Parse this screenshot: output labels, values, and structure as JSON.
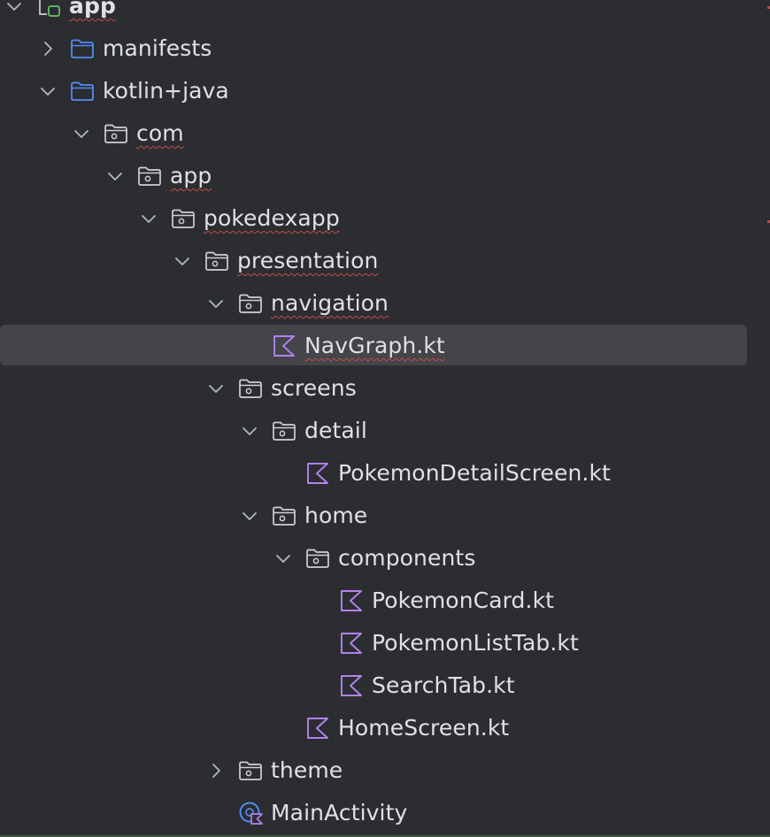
{
  "tree": [
    {
      "label": "app",
      "depth": 0,
      "kind": "module",
      "expanded": true,
      "squiggle": true,
      "bold": true
    },
    {
      "label": "manifests",
      "depth": 1,
      "kind": "folder-blue",
      "expanded": false,
      "squiggle": false
    },
    {
      "label": "kotlin+java",
      "depth": 1,
      "kind": "folder-blue",
      "expanded": true,
      "squiggle": false
    },
    {
      "label": "com",
      "depth": 2,
      "kind": "package",
      "expanded": true,
      "squiggle": true
    },
    {
      "label": "app",
      "depth": 3,
      "kind": "package",
      "expanded": true,
      "squiggle": true
    },
    {
      "label": "pokedexapp",
      "depth": 4,
      "kind": "package",
      "expanded": true,
      "squiggle": true
    },
    {
      "label": "presentation",
      "depth": 5,
      "kind": "package",
      "expanded": true,
      "squiggle": true
    },
    {
      "label": "navigation",
      "depth": 6,
      "kind": "package",
      "expanded": true,
      "squiggle": true
    },
    {
      "label": "NavGraph.kt",
      "depth": 7,
      "kind": "kotlin-file",
      "squiggle": true,
      "selected": true
    },
    {
      "label": "screens",
      "depth": 6,
      "kind": "package",
      "expanded": true,
      "squiggle": false
    },
    {
      "label": "detail",
      "depth": 7,
      "kind": "package",
      "expanded": true,
      "squiggle": false
    },
    {
      "label": "PokemonDetailScreen.kt",
      "depth": 8,
      "kind": "kotlin-file",
      "squiggle": false
    },
    {
      "label": "home",
      "depth": 7,
      "kind": "package",
      "expanded": true,
      "squiggle": false
    },
    {
      "label": "components",
      "depth": 8,
      "kind": "package",
      "expanded": true,
      "squiggle": false
    },
    {
      "label": "PokemonCard.kt",
      "depth": 9,
      "kind": "kotlin-file",
      "squiggle": false
    },
    {
      "label": "PokemonListTab.kt",
      "depth": 9,
      "kind": "kotlin-file",
      "squiggle": false
    },
    {
      "label": "SearchTab.kt",
      "depth": 9,
      "kind": "kotlin-file",
      "squiggle": false
    },
    {
      "label": "HomeScreen.kt",
      "depth": 8,
      "kind": "kotlin-file",
      "squiggle": false
    },
    {
      "label": "theme",
      "depth": 6,
      "kind": "package",
      "expanded": false,
      "squiggle": false
    },
    {
      "label": "MainActivity",
      "depth": 6,
      "kind": "kotlin-activity",
      "squiggle": false
    }
  ],
  "colors": {
    "background": "#2b2d30",
    "selection": "#43454a",
    "text": "#dfe1e5",
    "folder_blue": "#548af7",
    "package_outline": "#ced0d6",
    "kotlin_purple": "#b282ef",
    "activity_blue": "#548af7",
    "module_green": "#5fb865",
    "chevron": "#b4b8bf",
    "squiggle": "#c74a4a"
  }
}
